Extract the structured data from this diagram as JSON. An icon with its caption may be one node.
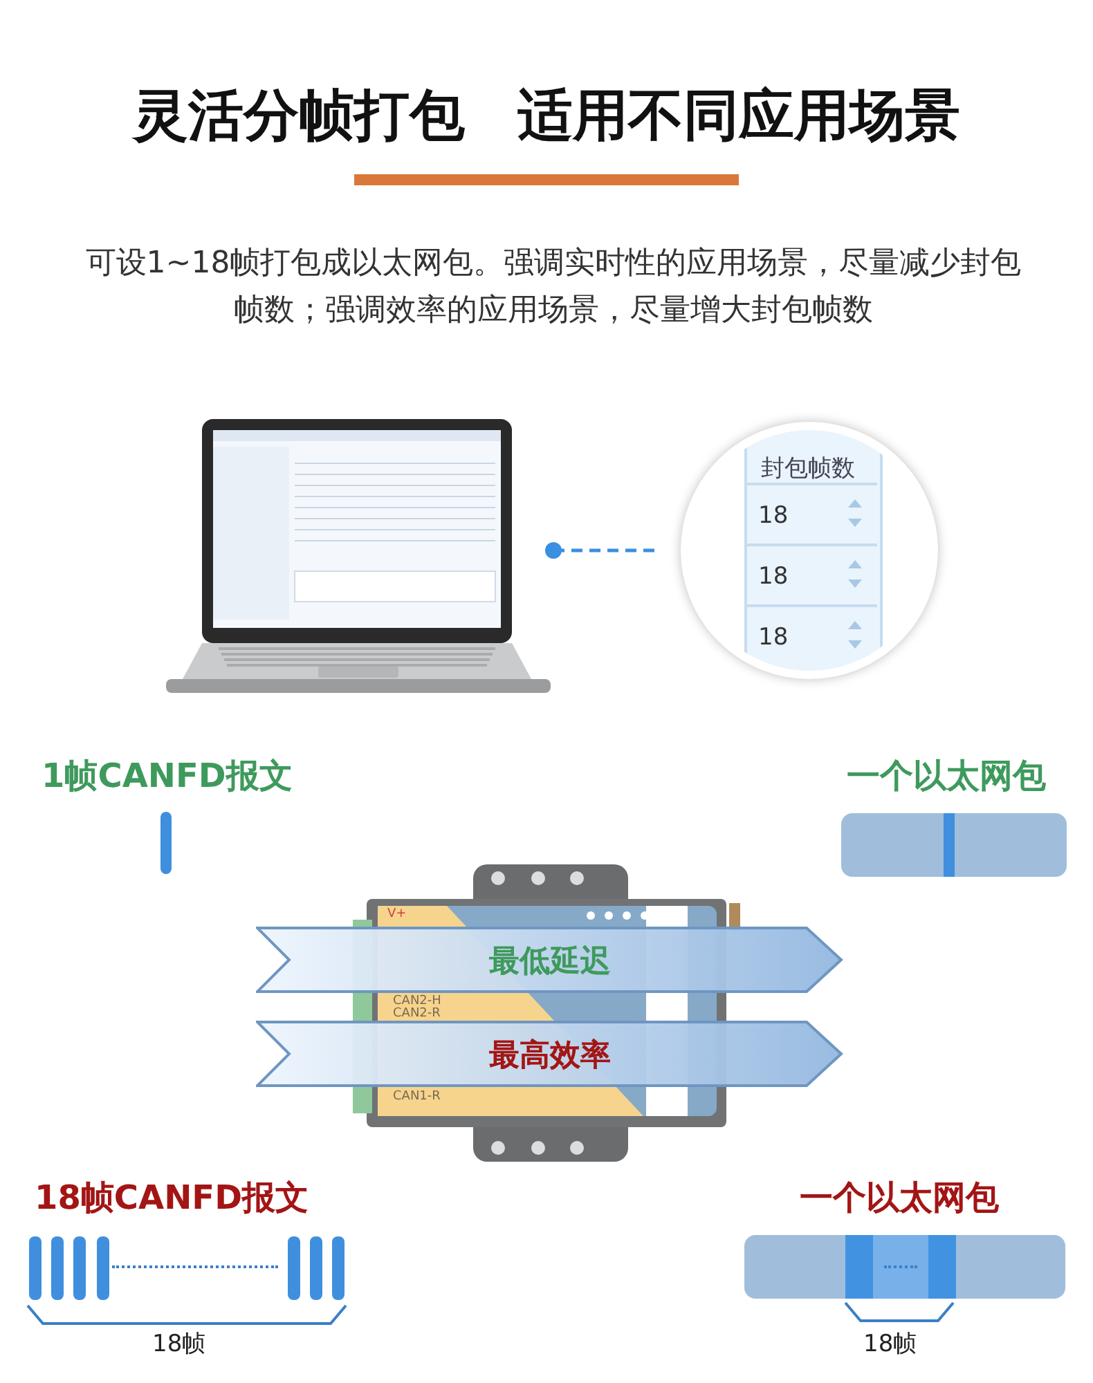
{
  "diagram": {
    "title": "灵活分帧打包 适用不同应用场景",
    "nodes": [
      {
        "text": [],
        "shape": "picture"
      },
      {
        "text": [
          "封包帧数",
          "18",
          "18",
          "18"
        ]
      },
      {
        "text": [
          "1帧CANFD报文"
        ]
      },
      {
        "text": [
          "一个以太网包"
        ]
      },
      {
        "text": [
          "最低延迟"
        ]
      },
      {
        "text": [
          "最高效率"
        ]
      },
      {
        "text": [
          "18帧CANFD报文"
        ],
        "beside": [
          "18帧"
        ]
      },
      {
        "text": [
          "一个以太网包"
        ],
        "beside": [
          "18帧"
        ]
      }
    ],
    "edges": [
      {
        "from": 0,
        "to": 1,
        "arrow": "other",
        "style": "dashed"
      }
    ],
    "labels": [
      "可设1~18帧打包成以太网包。强调实时性的应用场景，尽量减少封包帧数；强调效率的应用场景，尽量增大封包帧数",
      "V+",
      "CAN2-H",
      "CAN2-R",
      "CAN1-R"
    ]
  }
}
